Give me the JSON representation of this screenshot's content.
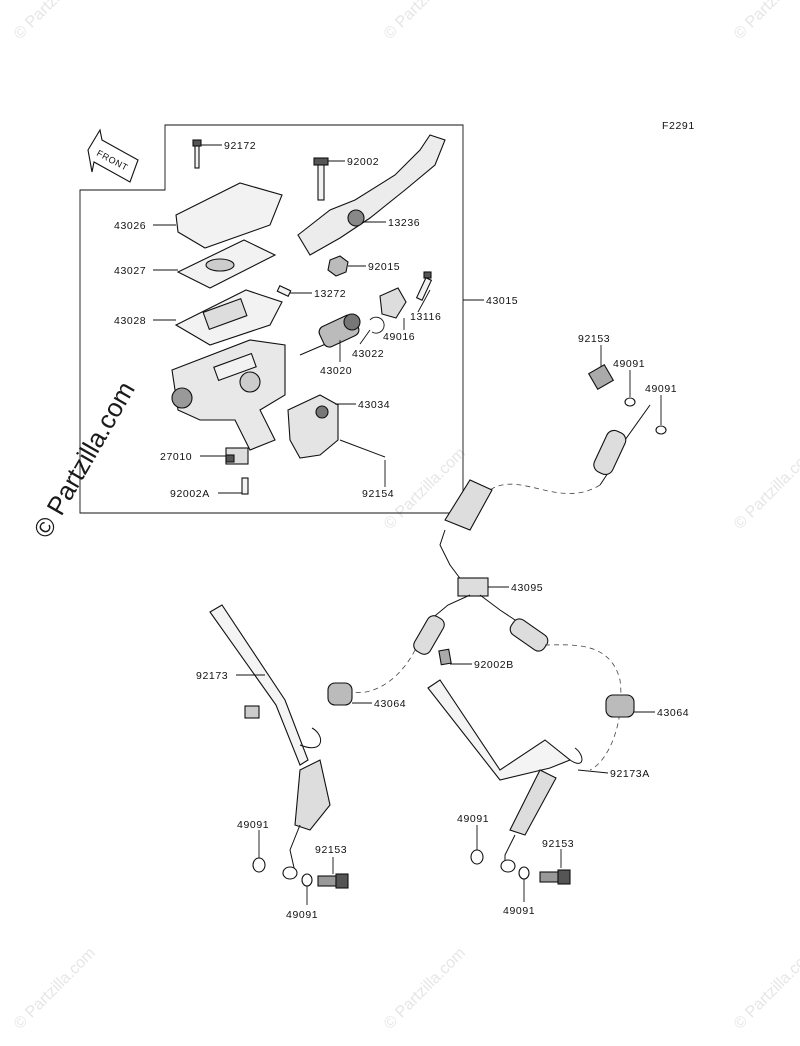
{
  "figure_code": "F2291",
  "front_arrow": "FRONT",
  "watermark": "© Partzilla.com",
  "callouts": {
    "c92172": "92172",
    "c92002": "92002",
    "c43026": "43026",
    "c13236": "13236",
    "c43027": "43027",
    "c92015": "92015",
    "c13272": "13272",
    "c13116": "13116",
    "c43015": "43015",
    "c43028": "43028",
    "c49016": "49016",
    "c43022": "43022",
    "c43020": "43020",
    "c43034": "43034",
    "c92153_top": "92153",
    "c49091_top1": "49091",
    "c49091_top2": "49091",
    "c27010": "27010",
    "c92154": "92154",
    "c92002A": "92002A",
    "c43095": "43095",
    "c92002B": "92002B",
    "c92173": "92173",
    "c43064_left": "43064",
    "c43064_right": "43064",
    "c92173A": "92173A",
    "c49091_bl1": "49091",
    "c92153_bl": "92153",
    "c49091_bl2": "49091",
    "c49091_br1": "49091",
    "c92153_br": "92153",
    "c49091_br2": "49091"
  }
}
